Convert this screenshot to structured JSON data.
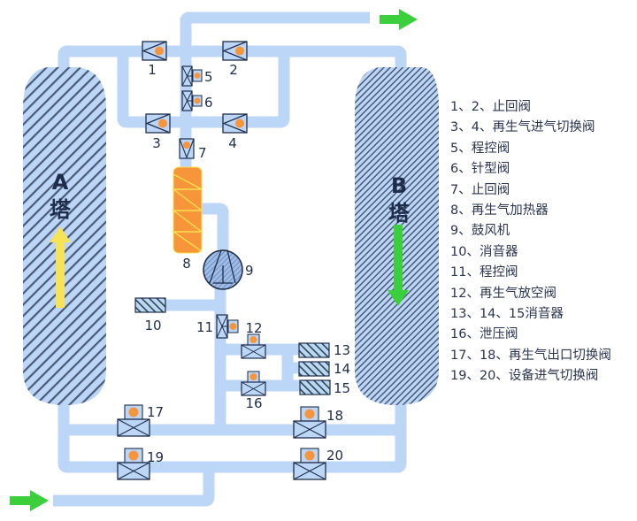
{
  "colors": {
    "pipe": "#bcd6f7",
    "outline": "#1e2d4a",
    "indicator": "#f7953a",
    "heater": "#f7953a",
    "heater_coil": "#f5e04c",
    "flow_arrow": "#3ccf3c",
    "tower_a_arrow": "#f7e354"
  },
  "towers": {
    "a": {
      "letter": "A",
      "char": "塔",
      "flow": "up"
    },
    "b": {
      "letter": "B",
      "char": "塔",
      "flow": "down"
    }
  },
  "components": {
    "v1": "1",
    "v2": "2",
    "v3": "3",
    "v4": "4",
    "v5": "5",
    "v6": "6",
    "v7": "7",
    "heater": "8",
    "blower": "9",
    "muffler10": "10",
    "v11": "11",
    "v12": "12",
    "muffler13": "13",
    "muffler14": "14",
    "muffler15": "15",
    "v16": "16",
    "v17": "17",
    "v18": "18",
    "v19": "19",
    "v20": "20"
  },
  "legend": [
    "1、2、止回阀",
    "3、4、再生气进气切换阀",
    "5、程控阀",
    "6、针型阀",
    "7、止回阀",
    "8、再生气加热器",
    "9、鼓风机",
    "10、消音器",
    "11、程控阀",
    "12、再生气放空阀",
    "13、14、15消音器",
    "16、泄压阀",
    "17、18、再生气出口切换阀",
    "19、20、设备进气切换阀"
  ]
}
